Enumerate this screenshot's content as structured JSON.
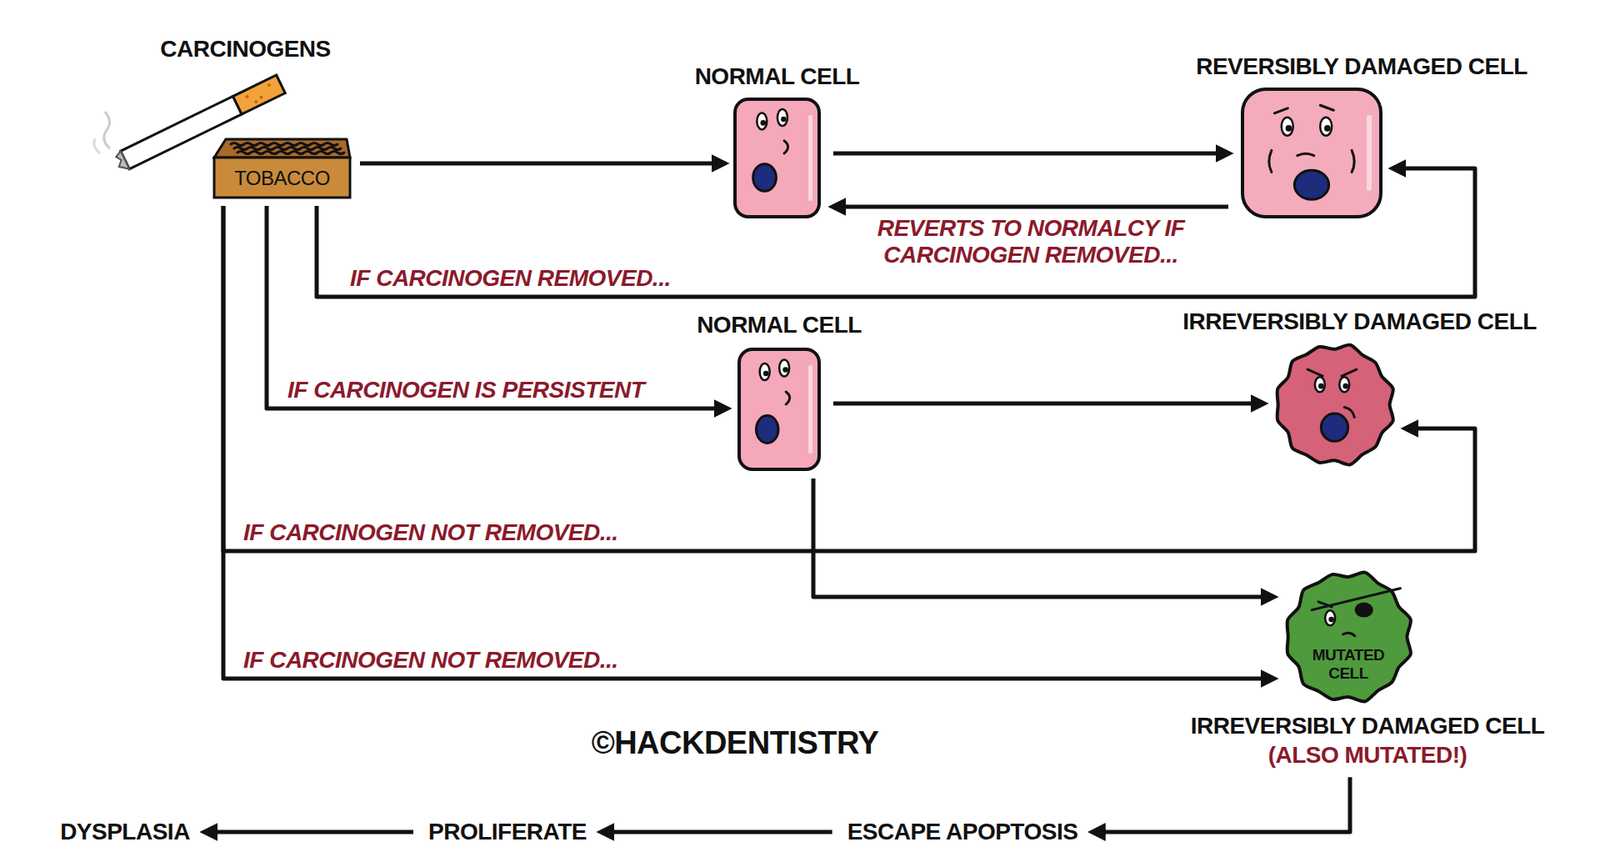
{
  "diagram": {
    "nodes": [
      {
        "text": [
          "CARCINOGENS",
          "TOBACCO"
        ]
      },
      {
        "text": [
          "NORMAL CELL"
        ]
      },
      {
        "text": [
          "REVERSIBLY DAMAGED CELL"
        ]
      },
      {
        "text": [
          "NORMAL CELL"
        ]
      },
      {
        "text": [
          "IRREVERSIBLY DAMAGED CELL"
        ]
      },
      {
        "text": [
          "MUTATED CELL",
          "IRREVERSIBLY DAMAGED CELL",
          "(ALSO MUTATED!)"
        ]
      },
      {
        "text": [
          "ESCAPE APOPTOSIS"
        ]
      },
      {
        "text": [
          "PROLIFERATE"
        ]
      },
      {
        "text": [
          "DYSPLASIA"
        ]
      }
    ],
    "edges": [
      {
        "from": 0,
        "to": 1,
        "arrow": "to"
      },
      {
        "from": 1,
        "to": 2,
        "arrow": "to"
      },
      {
        "from": 2,
        "to": 1,
        "label": "REVERTS TO NORMALCY IF CARCINOGEN REMOVED...",
        "arrow": "to"
      },
      {
        "from": 0,
        "to": 2,
        "label": "IF CARCINOGEN REMOVED...",
        "arrow": "to"
      },
      {
        "from": 0,
        "to": 3,
        "label": "IF CARCINOGEN IS PERSISTENT",
        "arrow": "to"
      },
      {
        "from": 3,
        "to": 4,
        "arrow": "to"
      },
      {
        "from": 0,
        "to": 4,
        "label": "IF CARCINOGEN NOT REMOVED...",
        "arrow": "to"
      },
      {
        "from": 3,
        "to": 5,
        "arrow": "to"
      },
      {
        "from": 0,
        "to": 5,
        "label": "IF CARCINOGEN NOT REMOVED...",
        "arrow": "to"
      },
      {
        "from": 5,
        "to": 6,
        "arrow": "to"
      },
      {
        "from": 6,
        "to": 7,
        "arrow": "to"
      },
      {
        "from": 7,
        "to": 8,
        "arrow": "to"
      }
    ],
    "labels": [
      "©HACKDENTISTRY"
    ]
  }
}
